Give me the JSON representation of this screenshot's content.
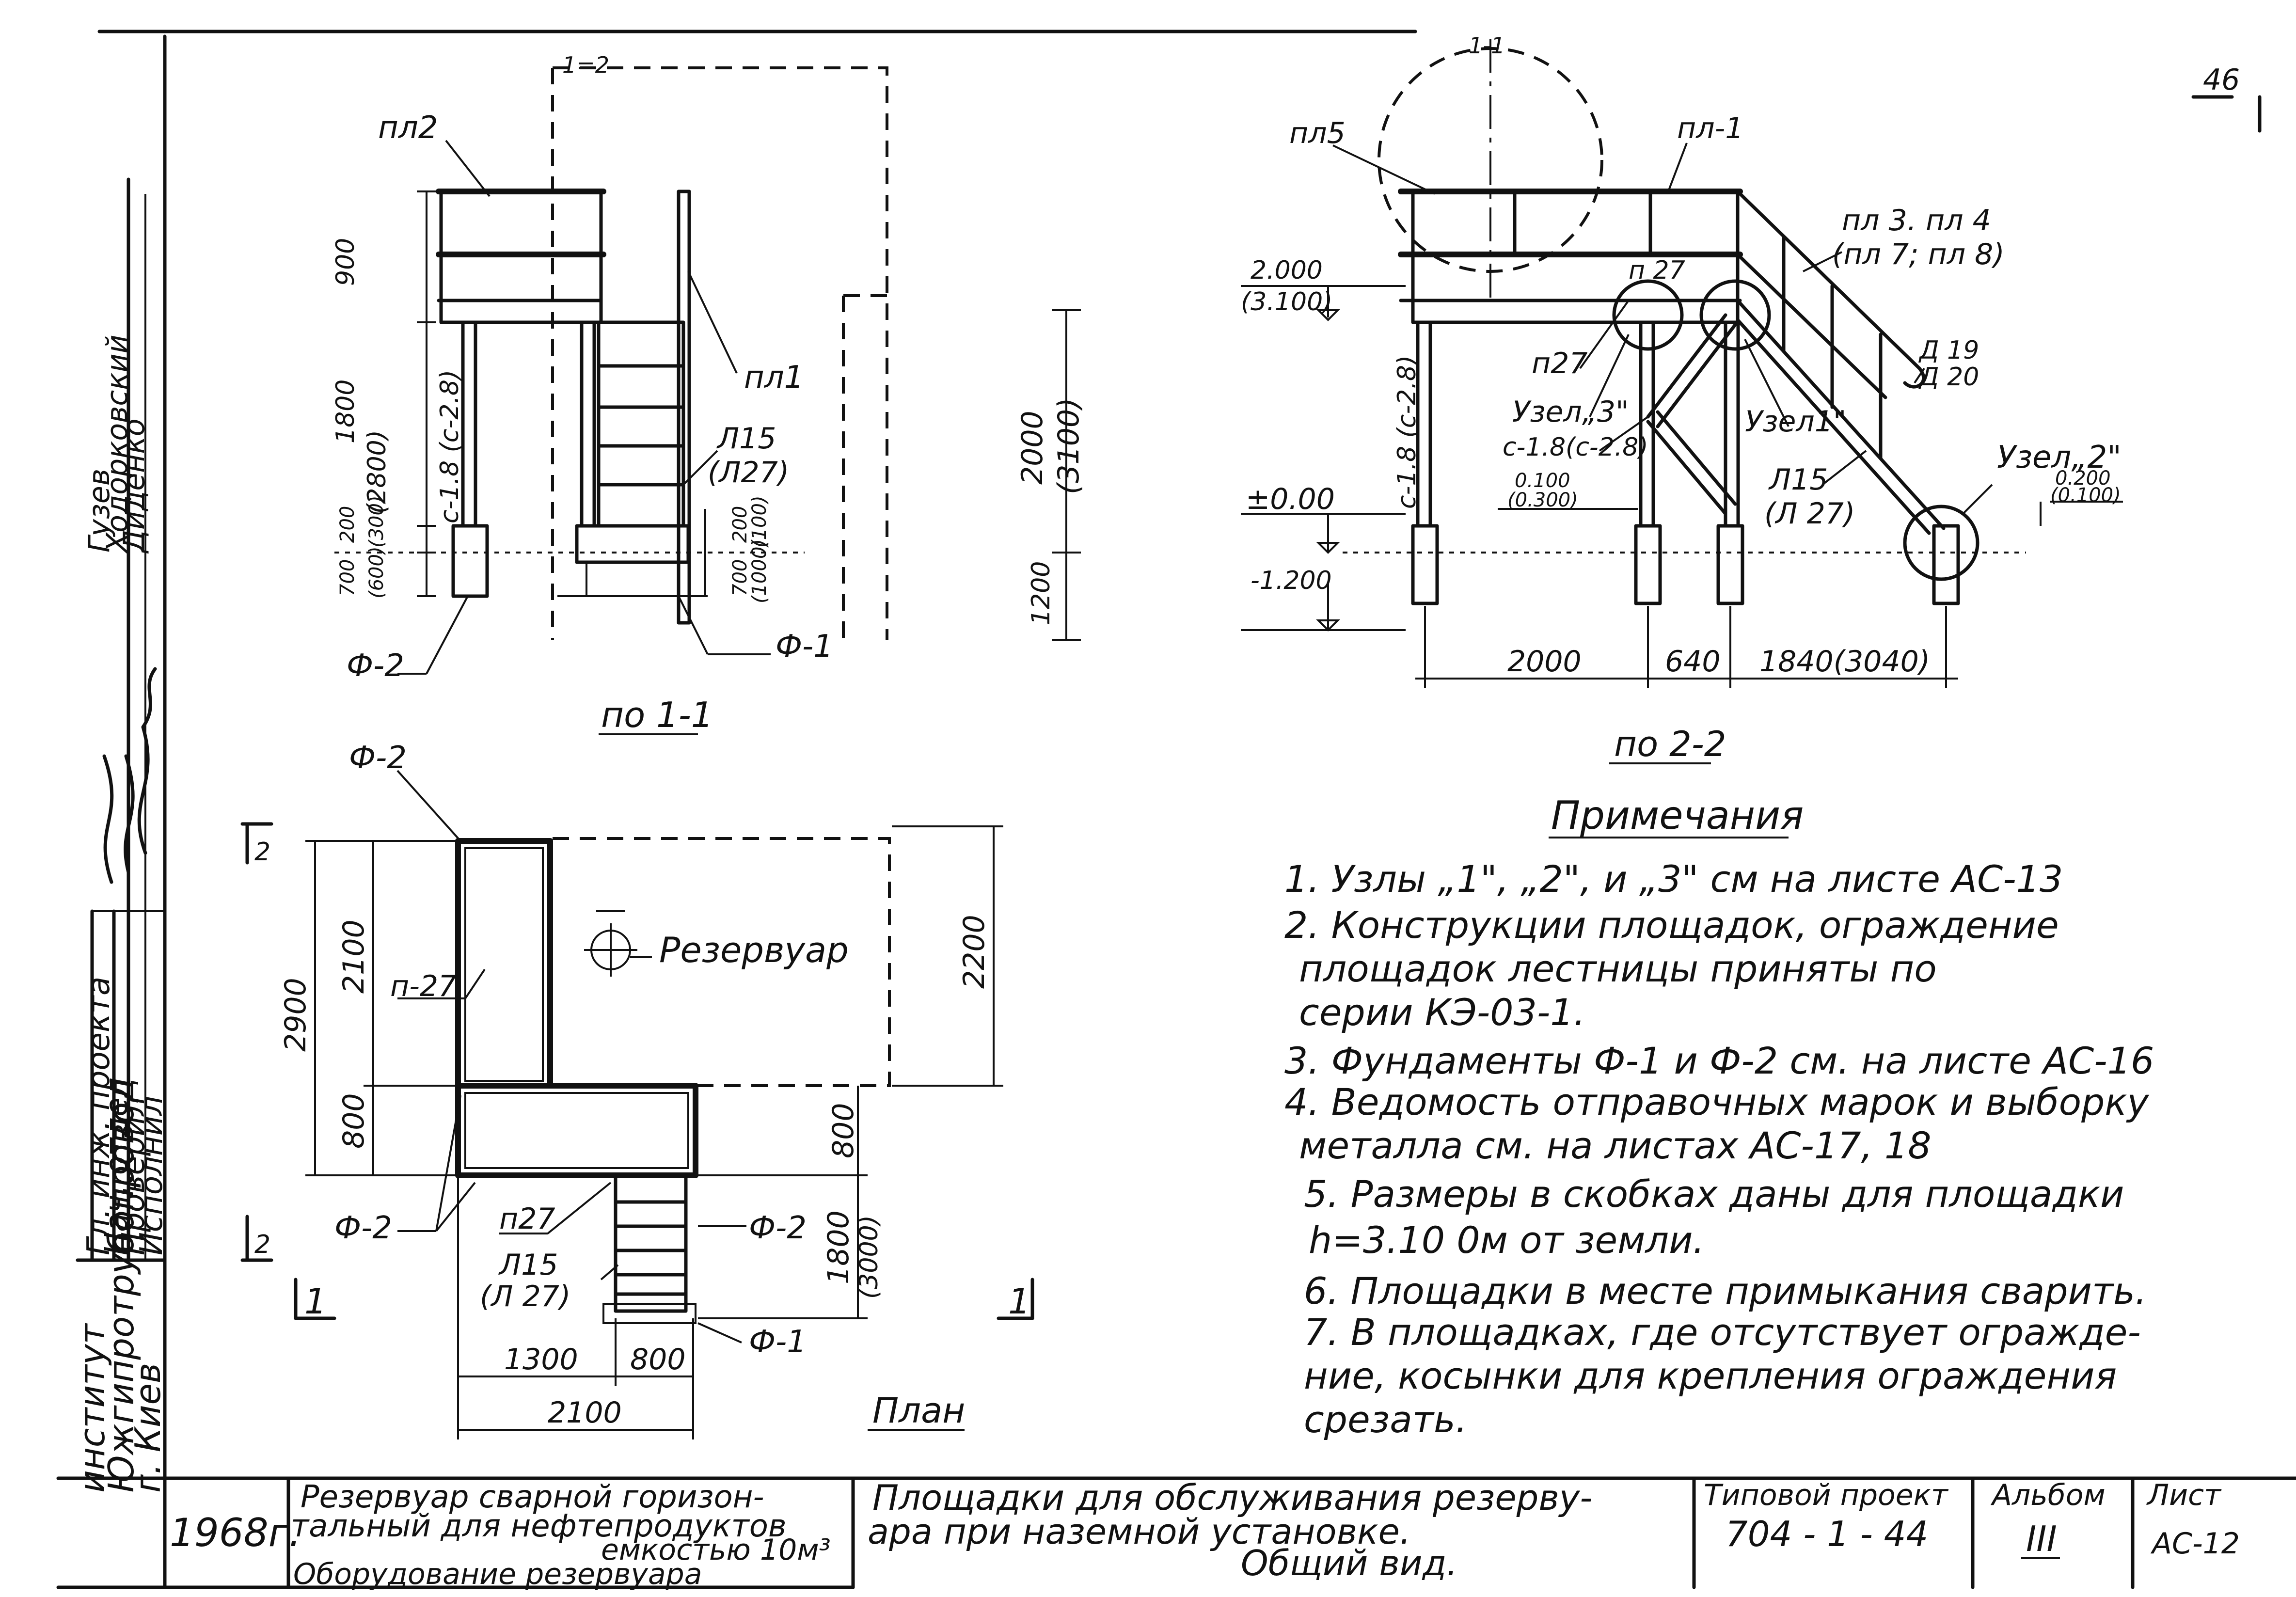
{
  "sheet_corner": "46",
  "section_1": {
    "title": "по 1-1",
    "labels": {
      "pl2": "пл2",
      "pl1": "пл1",
      "l15": "Л15",
      "l27": "(Л27)",
      "col": "с-1.8 (с-2.8)",
      "f2": "Ф-2",
      "f1": "Ф-1",
      "top_tag": "1=2"
    },
    "dims": {
      "d900": "900",
      "d1800": "1800",
      "d2800": "(2800)",
      "d200": "200",
      "d300": "(300)",
      "d700": "700",
      "d600": "(600)",
      "d200b": "200",
      "d100": "(100)",
      "d700b": "700",
      "d1000": "(1000)",
      "d2000": "2000",
      "d3100": "(3100)",
      "d1200": "1200"
    }
  },
  "section_2": {
    "title": "по 2-2",
    "labels": {
      "pl5": "пл5",
      "pl1": "пл-1",
      "pl34": "пл 3. пл 4",
      "pl78": "(пл 7; пл 8)",
      "p27a": "п 27",
      "p27b": "п27",
      "node3": "Узел„3\"",
      "col2": "с-1.8(с-2.8)",
      "col1": "с-1.8 (с-2.8)",
      "node1": "Узел1\"",
      "l15": "Л15",
      "l27": "(Л 27)",
      "node2": "Узел„2\"",
      "d19": "Д 19",
      "d20": "Д 20"
    },
    "levels": {
      "l2000": "2.000",
      "l3100": "(3.100)",
      "l0": "±0.00",
      "lm1200": "-1.200",
      "l100": "0.100",
      "l300": "(0.300)",
      "l200": "0.200",
      "l100b": "(0.100)"
    },
    "dims": {
      "a": "2000",
      "b": "640",
      "c": "1840(3040)"
    }
  },
  "plan": {
    "title": "План",
    "labels": {
      "f2a": "Ф-2",
      "f2b": "Ф-2",
      "f2c": "Ф-2",
      "f1": "Ф-1",
      "p27a": "п-27",
      "p27b": "п27",
      "l15": "Л15",
      "l27": "(Л 27)",
      "tank": "Резервуар",
      "m2a": "2",
      "m2b": "2",
      "m1a": "1",
      "m1b": "1"
    },
    "dims": {
      "d2900": "2900",
      "d2100": "2100",
      "d800a": "800",
      "d2200": "2200",
      "d800b": "800",
      "d1800": "1800",
      "d3000": "(3000)",
      "d1300": "1300",
      "d800c": "800",
      "d2100b": "2100"
    }
  },
  "notes": {
    "title": "Примечания",
    "lines": [
      "1. Узлы „1\", „2\", и „3\" см на листе АС-13",
      "2. Конструкции площадок, ограждение",
      "площадок лестницы приняты по",
      "серии КЭ-03-1.",
      "3. Фундаменты Ф-1 и Ф-2 см. на листе АС-16",
      "4. Ведомость отправочных марок и выборку",
      "металла см. на листах АС-17, 18",
      "5. Размеры в скобках даны для площадки",
      "h=3.10 0м от земли.",
      "6. Площадки в месте примыкания сварить.",
      "7. В площадках, где отсутствует огражде-",
      "ние, косынки для крепления ограждения",
      "срезать."
    ]
  },
  "side_stamp": {
    "rows": [
      "Гл. инж. проекта",
      "Нач. отдел",
      "Проверил",
      "Исполнил"
    ],
    "names": [
      "Гузев",
      "Ходорковский",
      "Диденко"
    ],
    "institute": [
      "институт",
      "Южгипротрубопровод",
      "г. Киев"
    ]
  },
  "title_block": {
    "year": "1968г.",
    "product": [
      "Резервуар сварной горизон-",
      "тальный для нефтепродуктов",
      "емкостью 10м³",
      "Оборудование резервуара"
    ],
    "drawing": [
      "Площадки для обслуживания резерву-",
      "ара при наземной установке.",
      "Общий вид."
    ],
    "project_label": "Типовой проект",
    "project_no": "704 - 1 - 44",
    "album_label": "Альбом",
    "album_no": "III",
    "sheet_label": "Лист",
    "sheet_no": "АС-12"
  }
}
